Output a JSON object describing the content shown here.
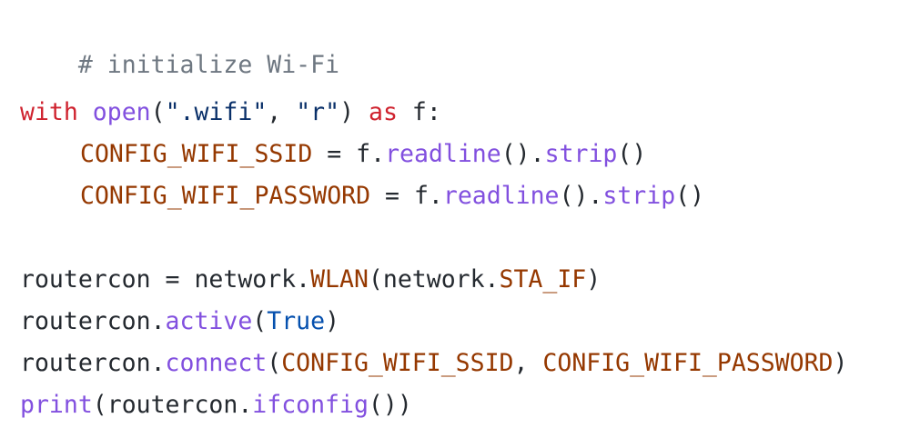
{
  "code": {
    "line1": [
      "# initialize Wi-Fi"
    ],
    "line2": [
      "with",
      " ",
      "open",
      "(",
      "\".wifi\"",
      ", ",
      "\"r\"",
      ") ",
      "as",
      " f:"
    ],
    "line3": [
      "CONFIG_WIFI_SSID",
      " = f.",
      "readline",
      "().",
      "strip",
      "()"
    ],
    "line4": [
      "CONFIG_WIFI_PASSWORD",
      " = f.",
      "readline",
      "().",
      "strip",
      "()"
    ],
    "line5": [
      "routercon = network.",
      "WLAN",
      "(network.",
      "STA_IF",
      ")"
    ],
    "line6": [
      "routercon.",
      "active",
      "(",
      "True",
      ")"
    ],
    "line7": [
      "routercon.",
      "connect",
      "(",
      "CONFIG_WIFI_SSID",
      ", ",
      "CONFIG_WIFI_PASSWORD",
      ")"
    ],
    "line8": [
      "print",
      "(routercon.",
      "ifconfig",
      "())"
    ]
  },
  "colors": {
    "comment": "#6e7781",
    "keyword": "#cf222e",
    "function": "#8250df",
    "string": "#0a3069",
    "constant": "#953800",
    "builtin": "#0550ae",
    "text": "#24292f",
    "background": "#ffffff"
  }
}
